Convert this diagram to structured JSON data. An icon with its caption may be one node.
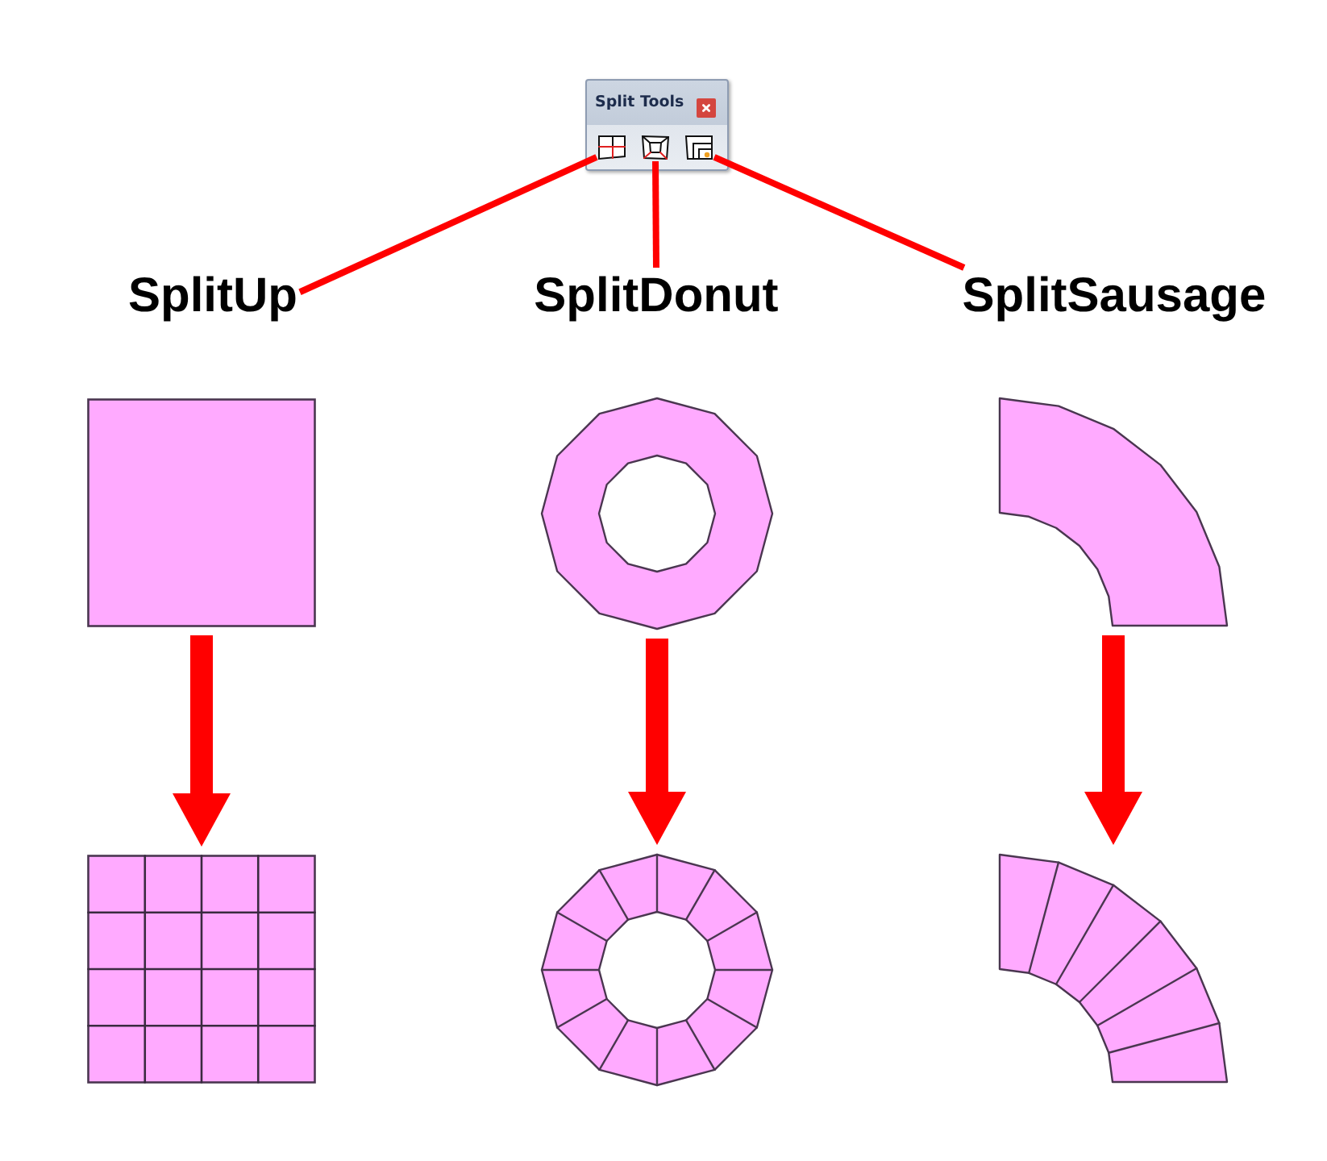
{
  "diagram": {
    "nodes": [
      {
        "text": [
          "Split Tools"
        ]
      },
      {
        "text": [],
        "shape": "picture",
        "in": 0
      },
      {
        "text": [],
        "shape": "picture",
        "in": 0
      },
      {
        "text": [],
        "shape": "picture",
        "in": 0
      },
      {
        "text": [
          "SplitUp"
        ]
      },
      {
        "text": [
          "SplitDonut"
        ]
      },
      {
        "text": [
          "SplitSausage"
        ]
      },
      {
        "text": [],
        "shape": "box"
      },
      {
        "text": [],
        "shape": "ring"
      },
      {
        "text": [],
        "shape": "arc"
      },
      {
        "text": [],
        "shape": "grid"
      },
      {
        "text": [],
        "shape": "ring"
      },
      {
        "text": [],
        "shape": "arc"
      }
    ],
    "edges": [
      {
        "from": 1,
        "to": 4,
        "arrow": "none"
      },
      {
        "from": 2,
        "to": 5,
        "arrow": "none"
      },
      {
        "from": 3,
        "to": 6,
        "arrow": "none"
      },
      {
        "from": 7,
        "to": 10,
        "arrow": "to",
        "style": "thick"
      },
      {
        "from": 8,
        "to": 11,
        "arrow": "to",
        "style": "thick"
      },
      {
        "from": 9,
        "to": 12,
        "arrow": "to",
        "style": "thick"
      }
    ]
  }
}
